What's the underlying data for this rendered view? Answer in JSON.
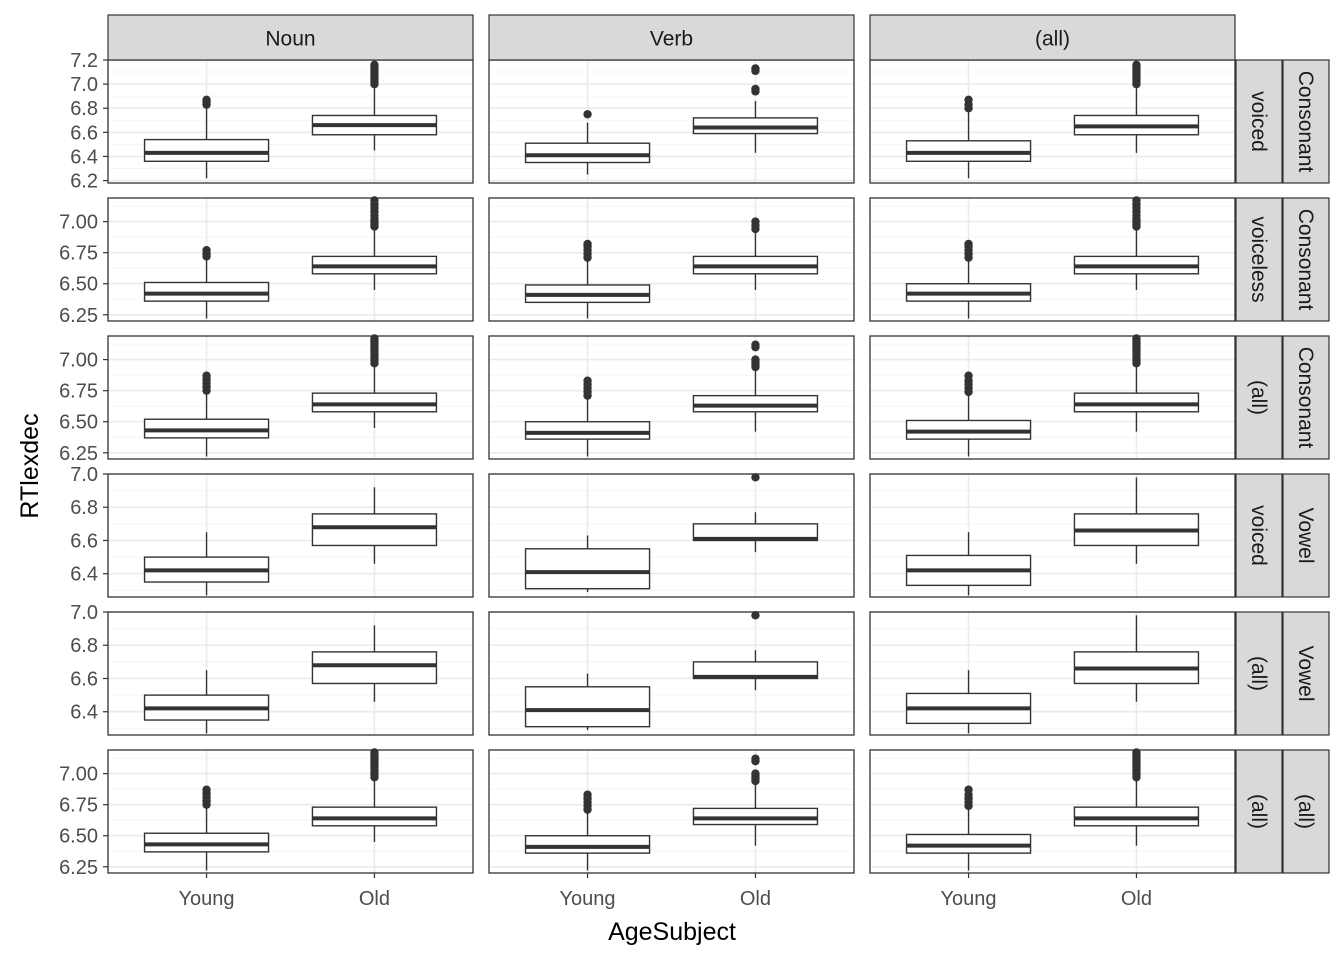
{
  "chart_data": {
    "type": "boxplot",
    "facet_layout": "grid",
    "xlabel": "AgeSubject",
    "ylabel": "RTlexdec",
    "categories": [
      "Young",
      "Old"
    ],
    "col_strips": [
      "Noun",
      "Verb",
      "(all)"
    ],
    "row_strips": [
      [
        "voiced",
        "Consonant"
      ],
      [
        "voiceless",
        "Consonant"
      ],
      [
        "(all)",
        "Consonant"
      ],
      [
        "voiced",
        "Vowel"
      ],
      [
        "(all)",
        "Vowel"
      ],
      [
        "(all)",
        "(all)"
      ]
    ],
    "grid": true,
    "colors": {
      "strip_fill": "#d9d9d9",
      "strip_border": "#333333",
      "panel_border": "#333333",
      "grid_major": "#ebebeb",
      "grid_minor": "#f5f5f5",
      "box_line": "#333333",
      "outlier": "#333333"
    },
    "rows": [
      {
        "ylim": [
          6.18,
          7.2
        ],
        "yticks": [
          "6.2",
          "6.4",
          "6.6",
          "6.8",
          "7.0",
          "7.2"
        ],
        "panels": [
          {
            "boxes": [
              {
                "category": "Young",
                "lower": 6.22,
                "q1": 6.36,
                "median": 6.43,
                "q3": 6.54,
                "upper": 6.82,
                "outliers": [
                  6.83,
                  6.85,
                  6.87
                ]
              },
              {
                "category": "Old",
                "lower": 6.45,
                "q1": 6.58,
                "median": 6.66,
                "q3": 6.74,
                "upper": 6.99,
                "outliers": [
                  7.0,
                  7.02,
                  7.04,
                  7.06,
                  7.08,
                  7.1,
                  7.12,
                  7.14,
                  7.16
                ]
              }
            ]
          },
          {
            "boxes": [
              {
                "category": "Young",
                "lower": 6.25,
                "q1": 6.35,
                "median": 6.41,
                "q3": 6.51,
                "upper": 6.68,
                "outliers": [
                  6.75
                ]
              },
              {
                "category": "Old",
                "lower": 6.43,
                "q1": 6.59,
                "median": 6.64,
                "q3": 6.72,
                "upper": 6.86,
                "outliers": [
                  6.94,
                  6.96,
                  7.11,
                  7.13
                ]
              }
            ]
          },
          {
            "boxes": [
              {
                "category": "Young",
                "lower": 6.22,
                "q1": 6.36,
                "median": 6.43,
                "q3": 6.53,
                "upper": 6.77,
                "outliers": [
                  6.8,
                  6.83,
                  6.87
                ]
              },
              {
                "category": "Old",
                "lower": 6.43,
                "q1": 6.58,
                "median": 6.65,
                "q3": 6.74,
                "upper": 6.99,
                "outliers": [
                  7.0,
                  7.02,
                  7.04,
                  7.06,
                  7.08,
                  7.1,
                  7.12,
                  7.14,
                  7.16
                ]
              }
            ]
          }
        ]
      },
      {
        "ylim": [
          6.2,
          7.19
        ],
        "yticks": [
          "6.25",
          "6.50",
          "6.75",
          "7.00"
        ],
        "panels": [
          {
            "boxes": [
              {
                "category": "Young",
                "lower": 6.22,
                "q1": 6.36,
                "median": 6.42,
                "q3": 6.51,
                "upper": 6.69,
                "outliers": [
                  6.72,
                  6.74,
                  6.77
                ]
              },
              {
                "category": "Old",
                "lower": 6.45,
                "q1": 6.58,
                "median": 6.64,
                "q3": 6.72,
                "upper": 6.94,
                "outliers": [
                  6.96,
                  6.98,
                  7.0,
                  7.02,
                  7.05,
                  7.08,
                  7.11,
                  7.14,
                  7.17
                ]
              }
            ]
          },
          {
            "boxes": [
              {
                "category": "Young",
                "lower": 6.22,
                "q1": 6.35,
                "median": 6.41,
                "q3": 6.49,
                "upper": 6.68,
                "outliers": [
                  6.71,
                  6.74,
                  6.77,
                  6.8,
                  6.82
                ]
              },
              {
                "category": "Old",
                "lower": 6.45,
                "q1": 6.58,
                "median": 6.64,
                "q3": 6.72,
                "upper": 6.92,
                "outliers": [
                  6.94,
                  6.97,
                  7.0
                ]
              }
            ]
          },
          {
            "boxes": [
              {
                "category": "Young",
                "lower": 6.22,
                "q1": 6.36,
                "median": 6.42,
                "q3": 6.5,
                "upper": 6.68,
                "outliers": [
                  6.71,
                  6.74,
                  6.77,
                  6.8,
                  6.82
                ]
              },
              {
                "category": "Old",
                "lower": 6.45,
                "q1": 6.58,
                "median": 6.64,
                "q3": 6.72,
                "upper": 6.94,
                "outliers": [
                  6.96,
                  6.98,
                  7.0,
                  7.02,
                  7.05,
                  7.08,
                  7.11,
                  7.14,
                  7.17
                ]
              }
            ]
          }
        ]
      },
      {
        "ylim": [
          6.2,
          7.19
        ],
        "yticks": [
          "6.25",
          "6.50",
          "6.75",
          "7.00"
        ],
        "panels": [
          {
            "boxes": [
              {
                "category": "Young",
                "lower": 6.22,
                "q1": 6.37,
                "median": 6.43,
                "q3": 6.52,
                "upper": 6.72,
                "outliers": [
                  6.75,
                  6.78,
                  6.81,
                  6.84,
                  6.87
                ]
              },
              {
                "category": "Old",
                "lower": 6.45,
                "q1": 6.58,
                "median": 6.64,
                "q3": 6.73,
                "upper": 6.95,
                "outliers": [
                  6.97,
                  6.99,
                  7.01,
                  7.03,
                  7.05,
                  7.07,
                  7.09,
                  7.11,
                  7.13,
                  7.15,
                  7.17
                ]
              }
            ]
          },
          {
            "boxes": [
              {
                "category": "Young",
                "lower": 6.22,
                "q1": 6.36,
                "median": 6.41,
                "q3": 6.5,
                "upper": 6.68,
                "outliers": [
                  6.71,
                  6.74,
                  6.77,
                  6.8,
                  6.83
                ]
              },
              {
                "category": "Old",
                "lower": 6.42,
                "q1": 6.58,
                "median": 6.63,
                "q3": 6.71,
                "upper": 6.92,
                "outliers": [
                  6.94,
                  6.96,
                  6.98,
                  7.0,
                  7.1,
                  7.12
                ]
              }
            ]
          },
          {
            "boxes": [
              {
                "category": "Young",
                "lower": 6.22,
                "q1": 6.36,
                "median": 6.42,
                "q3": 6.51,
                "upper": 6.72,
                "outliers": [
                  6.74,
                  6.77,
                  6.8,
                  6.83,
                  6.87
                ]
              },
              {
                "category": "Old",
                "lower": 6.42,
                "q1": 6.58,
                "median": 6.64,
                "q3": 6.73,
                "upper": 6.95,
                "outliers": [
                  6.97,
                  6.99,
                  7.01,
                  7.03,
                  7.05,
                  7.07,
                  7.09,
                  7.11,
                  7.13,
                  7.15,
                  7.17
                ]
              }
            ]
          }
        ]
      },
      {
        "ylim": [
          6.26,
          7.0
        ],
        "yticks": [
          "6.4",
          "6.6",
          "6.8",
          "7.0"
        ],
        "panels": [
          {
            "boxes": [
              {
                "category": "Young",
                "lower": 6.27,
                "q1": 6.35,
                "median": 6.42,
                "q3": 6.5,
                "upper": 6.65,
                "outliers": []
              },
              {
                "category": "Old",
                "lower": 6.46,
                "q1": 6.57,
                "median": 6.68,
                "q3": 6.76,
                "upper": 6.92,
                "outliers": []
              }
            ]
          },
          {
            "boxes": [
              {
                "category": "Young",
                "lower": 6.29,
                "q1": 6.31,
                "median": 6.41,
                "q3": 6.55,
                "upper": 6.63,
                "outliers": []
              },
              {
                "category": "Old",
                "lower": 6.53,
                "q1": 6.6,
                "median": 6.61,
                "q3": 6.7,
                "upper": 6.77,
                "outliers": [
                  6.98
                ]
              }
            ]
          },
          {
            "boxes": [
              {
                "category": "Young",
                "lower": 6.27,
                "q1": 6.33,
                "median": 6.42,
                "q3": 6.51,
                "upper": 6.65,
                "outliers": []
              },
              {
                "category": "Old",
                "lower": 6.46,
                "q1": 6.57,
                "median": 6.66,
                "q3": 6.76,
                "upper": 6.98,
                "outliers": []
              }
            ]
          }
        ]
      },
      {
        "ylim": [
          6.26,
          7.0
        ],
        "yticks": [
          "6.4",
          "6.6",
          "6.8",
          "7.0"
        ],
        "panels": [
          {
            "boxes": [
              {
                "category": "Young",
                "lower": 6.27,
                "q1": 6.35,
                "median": 6.42,
                "q3": 6.5,
                "upper": 6.65,
                "outliers": []
              },
              {
                "category": "Old",
                "lower": 6.46,
                "q1": 6.57,
                "median": 6.68,
                "q3": 6.76,
                "upper": 6.92,
                "outliers": []
              }
            ]
          },
          {
            "boxes": [
              {
                "category": "Young",
                "lower": 6.29,
                "q1": 6.31,
                "median": 6.41,
                "q3": 6.55,
                "upper": 6.63,
                "outliers": []
              },
              {
                "category": "Old",
                "lower": 6.53,
                "q1": 6.6,
                "median": 6.61,
                "q3": 6.7,
                "upper": 6.77,
                "outliers": [
                  6.98
                ]
              }
            ]
          },
          {
            "boxes": [
              {
                "category": "Young",
                "lower": 6.27,
                "q1": 6.33,
                "median": 6.42,
                "q3": 6.51,
                "upper": 6.65,
                "outliers": []
              },
              {
                "category": "Old",
                "lower": 6.46,
                "q1": 6.57,
                "median": 6.66,
                "q3": 6.76,
                "upper": 6.98,
                "outliers": []
              }
            ]
          }
        ]
      },
      {
        "ylim": [
          6.2,
          7.19
        ],
        "yticks": [
          "6.25",
          "6.50",
          "6.75",
          "7.00"
        ],
        "panels": [
          {
            "boxes": [
              {
                "category": "Young",
                "lower": 6.22,
                "q1": 6.37,
                "median": 6.43,
                "q3": 6.52,
                "upper": 6.72,
                "outliers": [
                  6.75,
                  6.78,
                  6.81,
                  6.84,
                  6.87
                ]
              },
              {
                "category": "Old",
                "lower": 6.45,
                "q1": 6.58,
                "median": 6.64,
                "q3": 6.73,
                "upper": 6.95,
                "outliers": [
                  6.97,
                  6.99,
                  7.01,
                  7.03,
                  7.05,
                  7.07,
                  7.09,
                  7.11,
                  7.13,
                  7.15,
                  7.17
                ]
              }
            ]
          },
          {
            "boxes": [
              {
                "category": "Young",
                "lower": 6.22,
                "q1": 6.36,
                "median": 6.41,
                "q3": 6.5,
                "upper": 6.68,
                "outliers": [
                  6.71,
                  6.74,
                  6.77,
                  6.8,
                  6.83
                ]
              },
              {
                "category": "Old",
                "lower": 6.42,
                "q1": 6.59,
                "median": 6.64,
                "q3": 6.72,
                "upper": 6.92,
                "outliers": [
                  6.94,
                  6.96,
                  6.98,
                  7.0,
                  7.1,
                  7.12
                ]
              }
            ]
          },
          {
            "boxes": [
              {
                "category": "Young",
                "lower": 6.22,
                "q1": 6.36,
                "median": 6.42,
                "q3": 6.51,
                "upper": 6.72,
                "outliers": [
                  6.74,
                  6.77,
                  6.8,
                  6.83,
                  6.87
                ]
              },
              {
                "category": "Old",
                "lower": 6.42,
                "q1": 6.58,
                "median": 6.64,
                "q3": 6.73,
                "upper": 6.95,
                "outliers": [
                  6.97,
                  6.99,
                  7.01,
                  7.03,
                  7.05,
                  7.07,
                  7.09,
                  7.11,
                  7.13,
                  7.15,
                  7.17
                ]
              }
            ]
          }
        ]
      }
    ]
  }
}
